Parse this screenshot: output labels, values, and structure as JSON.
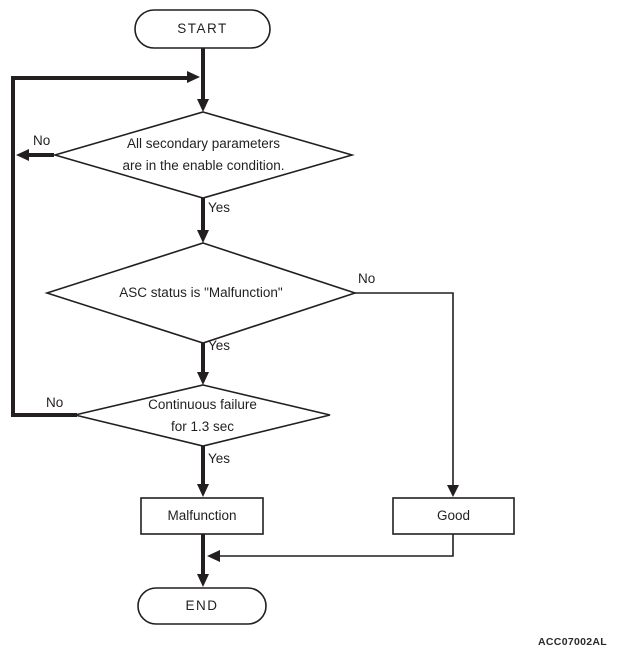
{
  "figure": {
    "code": "ACC07002AL",
    "colors": {
      "line": "#231f20",
      "background": "#ffffff"
    },
    "nodes": {
      "start": {
        "type": "terminator",
        "label": "START"
      },
      "decision_params": {
        "type": "decision",
        "lines": [
          "All secondary parameters",
          "are in the enable condition."
        ]
      },
      "decision_asc": {
        "type": "decision",
        "lines": [
          "ASC status is \"Malfunction\""
        ]
      },
      "decision_failure": {
        "type": "decision",
        "lines": [
          "Continuous failure",
          "for 1.3 sec"
        ]
      },
      "result_malfunction": {
        "type": "process",
        "label": "Malfunction"
      },
      "result_good": {
        "type": "process",
        "label": "Good"
      },
      "end": {
        "type": "terminator",
        "label": "END"
      }
    },
    "edges": {
      "params_no": "No",
      "params_yes": "Yes",
      "asc_no": "No",
      "asc_yes": "Yes",
      "failure_no": "No",
      "failure_yes": "Yes"
    }
  }
}
